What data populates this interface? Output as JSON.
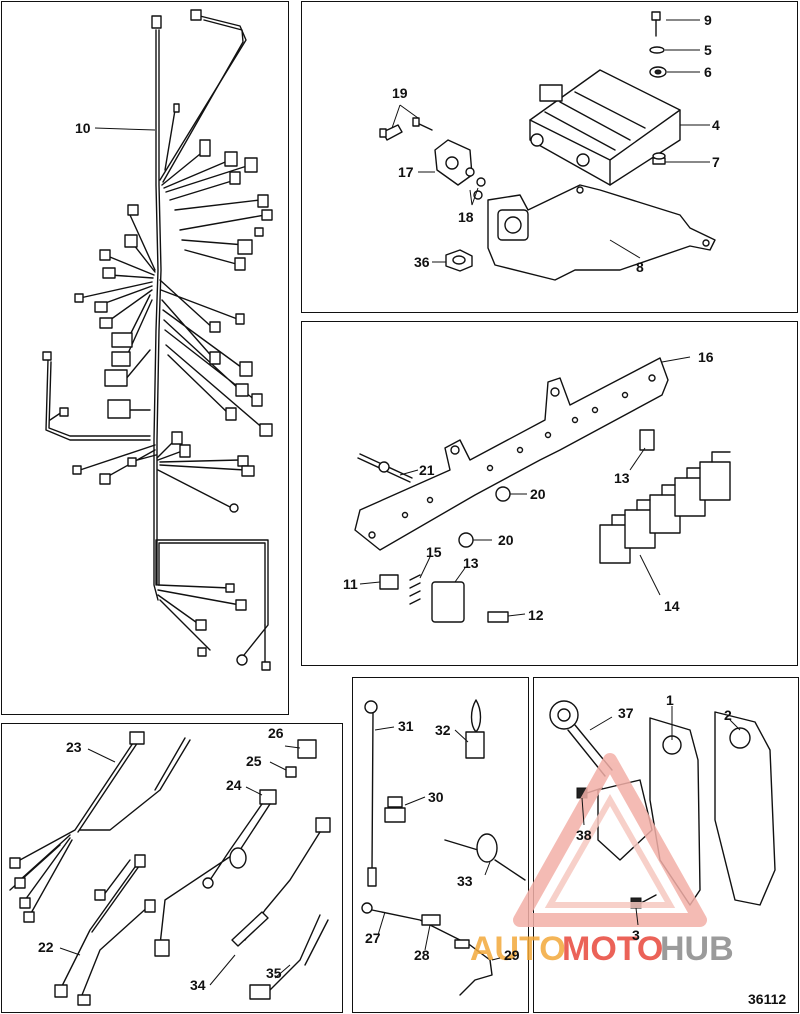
{
  "diagram_id": "36112",
  "watermark": {
    "word1": "AUTO",
    "word2": "MOTO",
    "word3": "HUB",
    "color_orange": "#f3a93a",
    "color_red": "#e8473c",
    "color_gray": "#8a8a8a"
  },
  "labels": {
    "p1": "1",
    "p2": "2",
    "p3": "3",
    "p4": "4",
    "p5": "5",
    "p6": "6",
    "p7": "7",
    "p8": "8",
    "p9": "9",
    "p10": "10",
    "p11": "11",
    "p12": "12",
    "p13a": "13",
    "p13b": "13",
    "p14": "14",
    "p15": "15",
    "p16": "16",
    "p17": "17",
    "p18": "18",
    "p19": "19",
    "p20a": "20",
    "p20b": "20",
    "p21": "21",
    "p22": "22",
    "p23": "23",
    "p24": "24",
    "p25": "25",
    "p26": "26",
    "p27": "27",
    "p28": "28",
    "p29": "29",
    "p30": "30",
    "p31": "31",
    "p32": "32",
    "p33": "33",
    "p34": "34",
    "p35": "35",
    "p36": "36",
    "p37": "37",
    "p38": "38"
  }
}
